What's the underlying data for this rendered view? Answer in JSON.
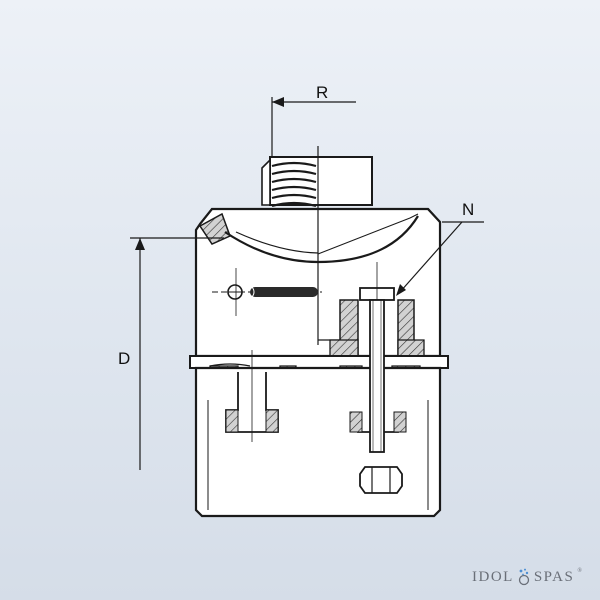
{
  "labels": {
    "r": "R",
    "n": "N",
    "d": "D"
  },
  "brand": {
    "left": "IDOL",
    "right": "SPAS",
    "mark": "®"
  },
  "colors": {
    "ink": "#1a1a1a",
    "body_fill": "#ffffff",
    "hatch_bg": "#d2d2d2",
    "logo_blue": "#4d8fd3"
  }
}
